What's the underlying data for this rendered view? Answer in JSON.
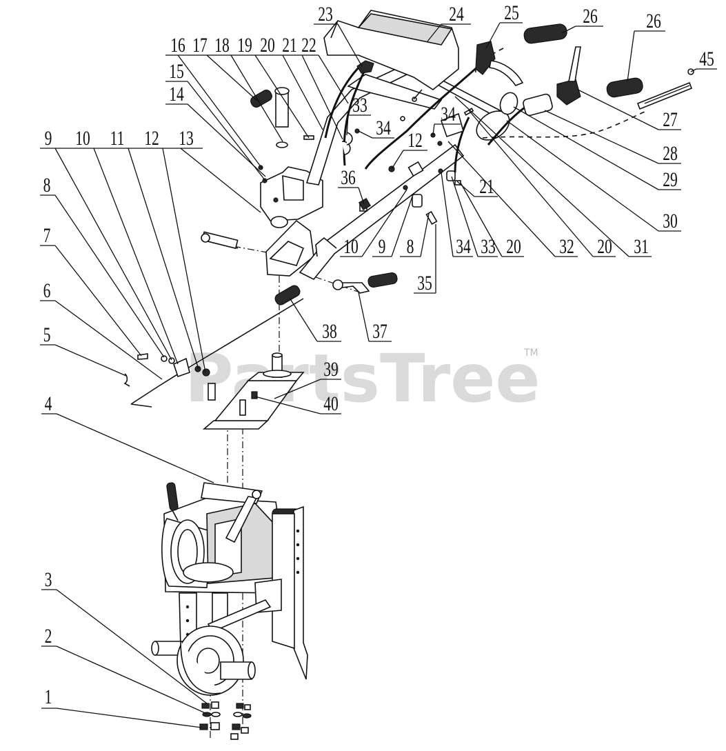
{
  "watermark": {
    "brand": "PartsTree",
    "trademark": "TM"
  },
  "callouts": [
    {
      "label": "1"
    },
    {
      "label": "2"
    },
    {
      "label": "3"
    },
    {
      "label": "4"
    },
    {
      "label": "5"
    },
    {
      "label": "6"
    },
    {
      "label": "7"
    },
    {
      "label": "8"
    },
    {
      "label": "9"
    },
    {
      "label": "10"
    },
    {
      "label": "11"
    },
    {
      "label": "12"
    },
    {
      "label": "13"
    },
    {
      "label": "14"
    },
    {
      "label": "15"
    },
    {
      "label": "16"
    },
    {
      "label": "17"
    },
    {
      "label": "18"
    },
    {
      "label": "19"
    },
    {
      "label": "20"
    },
    {
      "label": "21"
    },
    {
      "label": "22"
    },
    {
      "label": "23"
    },
    {
      "label": "24"
    },
    {
      "label": "25"
    },
    {
      "label": "26"
    },
    {
      "label": "26"
    },
    {
      "label": "45"
    },
    {
      "label": "27"
    },
    {
      "label": "28"
    },
    {
      "label": "29"
    },
    {
      "label": "30"
    },
    {
      "label": "31"
    },
    {
      "label": "20"
    },
    {
      "label": "32"
    },
    {
      "label": "20"
    },
    {
      "label": "33"
    },
    {
      "label": "34"
    },
    {
      "label": "21"
    },
    {
      "label": "34"
    },
    {
      "label": "12"
    },
    {
      "label": "34"
    },
    {
      "label": "33"
    },
    {
      "label": "36"
    },
    {
      "label": "10"
    },
    {
      "label": "9"
    },
    {
      "label": "8"
    },
    {
      "label": "35"
    },
    {
      "label": "37"
    },
    {
      "label": "38"
    },
    {
      "label": "39"
    },
    {
      "label": "40"
    }
  ]
}
